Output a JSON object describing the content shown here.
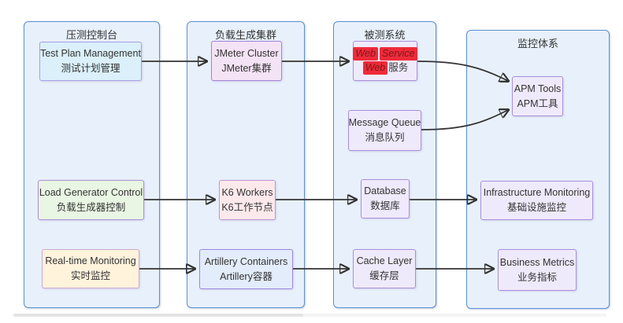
{
  "diagram": {
    "type": "flowchart-lr",
    "groups": {
      "console": {
        "title": "压测控制台"
      },
      "loadgen": {
        "title": "负载生成集群"
      },
      "sut": {
        "title": "被测系统"
      },
      "monitor": {
        "title": "监控体系"
      }
    },
    "nodes": {
      "tpm": {
        "line1": "Test Plan Management",
        "line2": "测试计划管理"
      },
      "lgc": {
        "line1": "Load Generator Control",
        "line2": "负载生成器控制"
      },
      "rtm": {
        "line1": "Real-time Monitoring",
        "line2": "实时监控"
      },
      "jmeter": {
        "line1": "JMeter Cluster",
        "line2": "JMeter集群"
      },
      "k6": {
        "line1": "K6 Workers",
        "line2": "K6工作节点"
      },
      "artillery": {
        "line1": "Artillery Containers",
        "line2": "Artillery容器"
      },
      "web": {
        "hl_word1": "Web",
        "hl_word2": "Service",
        "hl_word3": "Web",
        "tail": "服务"
      },
      "mq": {
        "line1": "Message Queue",
        "line2": "消息队列"
      },
      "db": {
        "line1": "Database",
        "line2": "数据库"
      },
      "cache": {
        "line1": "Cache Layer",
        "line2": "缓存层"
      },
      "apm": {
        "line1": "APM Tools",
        "line2": "APM工具"
      },
      "infra": {
        "line1": "Infrastructure Monitoring",
        "line2": "基础设施监控"
      },
      "biz": {
        "line1": "Business Metrics",
        "line2": "业务指标"
      }
    },
    "edges": [
      {
        "from": "tpm",
        "to": "jmeter"
      },
      {
        "from": "jmeter",
        "to": "web"
      },
      {
        "from": "web",
        "to": "apm"
      },
      {
        "from": "mq",
        "to": "apm"
      },
      {
        "from": "lgc",
        "to": "k6"
      },
      {
        "from": "k6",
        "to": "db"
      },
      {
        "from": "db",
        "to": "infra"
      },
      {
        "from": "rtm",
        "to": "artillery"
      },
      {
        "from": "artillery",
        "to": "cache"
      },
      {
        "from": "cache",
        "to": "biz"
      }
    ],
    "colors": {
      "canvas_bg": "#ffffff",
      "group_fill": "#e8f1fb",
      "group_border": "#5d8fd1",
      "edge": "#333333",
      "text": "#333333",
      "highlight_bg": "#ef2a3a",
      "highlight_text": "#7c1a1a",
      "node_border_default": "#a98fdb",
      "node_fill_default": "#efeafb",
      "node_fill_tpm": "#dbf0fa",
      "node_fill_lgc": "#e9f6e3",
      "node_fill_rtm": "#fff3dc",
      "node_fill_jmeter": "#f4e3f5",
      "node_fill_k6": "#fde9ec",
      "node_fill_artillery": "#e3ecfa"
    }
  }
}
